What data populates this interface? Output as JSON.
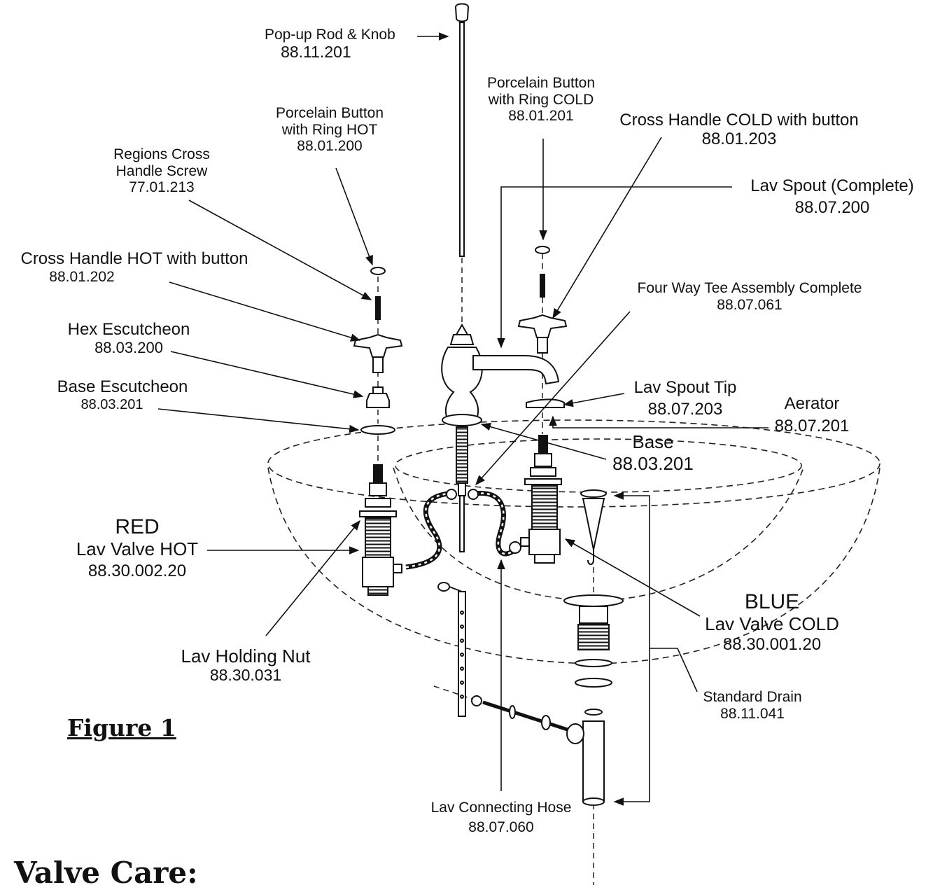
{
  "labels": {
    "popup_rod": {
      "name": "Pop-up Rod & Knob",
      "code": "88.11.201"
    },
    "porcelain_hot": {
      "l1": "Porcelain Button",
      "l2": "with Ring HOT",
      "code": "88.01.200"
    },
    "porcelain_cold": {
      "l1": "Porcelain Button",
      "l2": "with Ring COLD",
      "code": "88.01.201"
    },
    "cross_cold": {
      "name": "Cross Handle COLD with button",
      "code": "88.01.203"
    },
    "regions_screw": {
      "l1": "Regions Cross",
      "l2": "Handle Screw",
      "code": "77.01.213"
    },
    "lav_spout": {
      "name": "Lav Spout (Complete)",
      "code": "88.07.200"
    },
    "cross_hot": {
      "name": "Cross Handle HOT with button",
      "code": "88.01.202"
    },
    "four_way_tee": {
      "name": "Four Way Tee Assembly Complete",
      "code": "88.07.061"
    },
    "hex_esc": {
      "name": "Hex Escutcheon",
      "code": "88.03.200"
    },
    "base_esc": {
      "name": "Base Escutcheon",
      "code": "88.03.201"
    },
    "spout_tip": {
      "name": "Lav Spout Tip",
      "code": "88.07.203"
    },
    "aerator": {
      "name": "Aerator",
      "code": "88.07.201"
    },
    "base": {
      "name": "Base",
      "code": "88.03.201"
    },
    "red_valve": {
      "color": "RED",
      "name": "Lav Valve HOT",
      "code": "88.30.002.20"
    },
    "blue_valve": {
      "color": "BLUE",
      "name": "Lav Valve COLD",
      "code": "88.30.001.20"
    },
    "holding_nut": {
      "name": "Lav Holding Nut",
      "code": "88.30.031"
    },
    "std_drain": {
      "name": "Standard Drain",
      "code": "88.11.041"
    },
    "hose": {
      "name": "Lav Connecting Hose",
      "code": "88.07.060"
    }
  },
  "figure_title": "Figure 1",
  "section_heading": "Valve Care:"
}
